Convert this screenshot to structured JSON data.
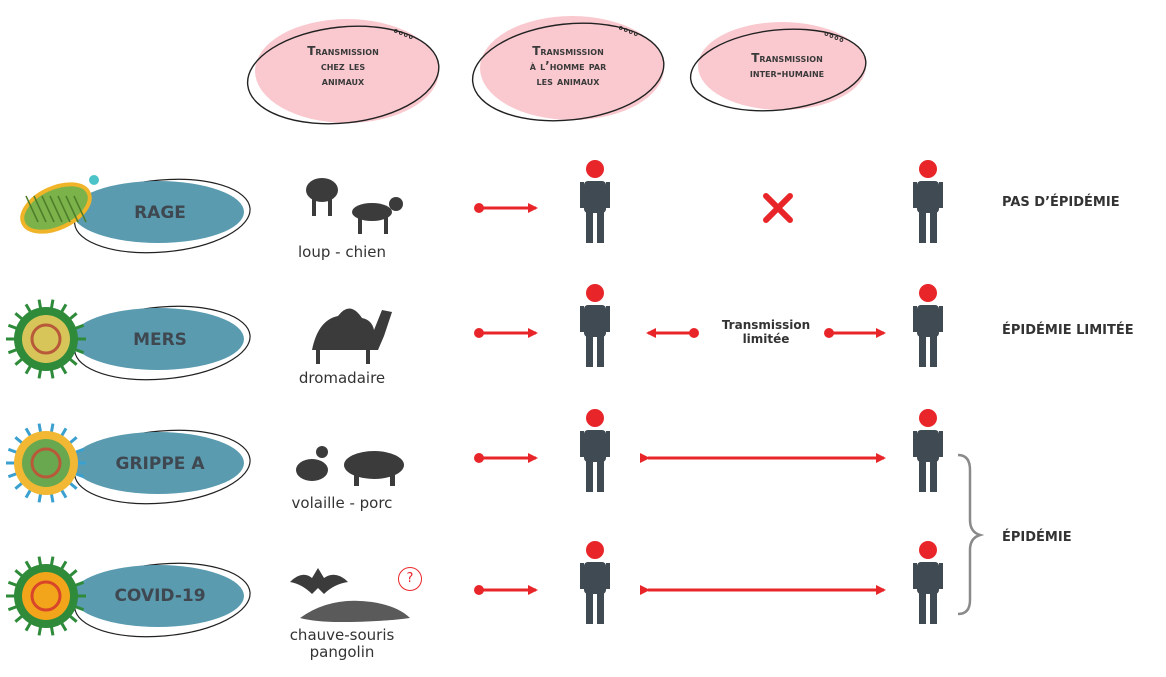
{
  "headers": {
    "animals": [
      "Transmission",
      "chez les",
      "animaux"
    ],
    "to_human": [
      "Transmission",
      "à l’homme par",
      "les animaux"
    ],
    "inter_human": [
      "Transmission",
      "inter-humaine"
    ]
  },
  "rows": [
    {
      "virus": "RAGE",
      "animals": [
        "loup - chien"
      ],
      "inter_human": "none",
      "outcome": "PAS D’ÉPIDÉMIE"
    },
    {
      "virus": "MERS",
      "animals": [
        "dromadaire"
      ],
      "inter_human": "limited",
      "mid_note": [
        "Transmission",
        "limitée"
      ],
      "outcome": "ÉPIDÉMIE LIMITÉE"
    },
    {
      "virus": "GRIPPE A",
      "animals": [
        "volaille - porc"
      ],
      "inter_human": "full"
    },
    {
      "virus": "COVID-19",
      "animals": [
        "chauve-souris",
        "pangolin"
      ],
      "inter_human": "full",
      "uncertain_symbol": "?"
    }
  ],
  "grouped_outcome": "ÉPIDÉMIE",
  "colors": {
    "arrow_red": "#e8262a",
    "person": "#3f4a52",
    "person_head": "#e8262a",
    "header_pink": "#f9c9cf",
    "virus_oval": "#5a9bb0",
    "bracket": "#8a8a8a"
  }
}
